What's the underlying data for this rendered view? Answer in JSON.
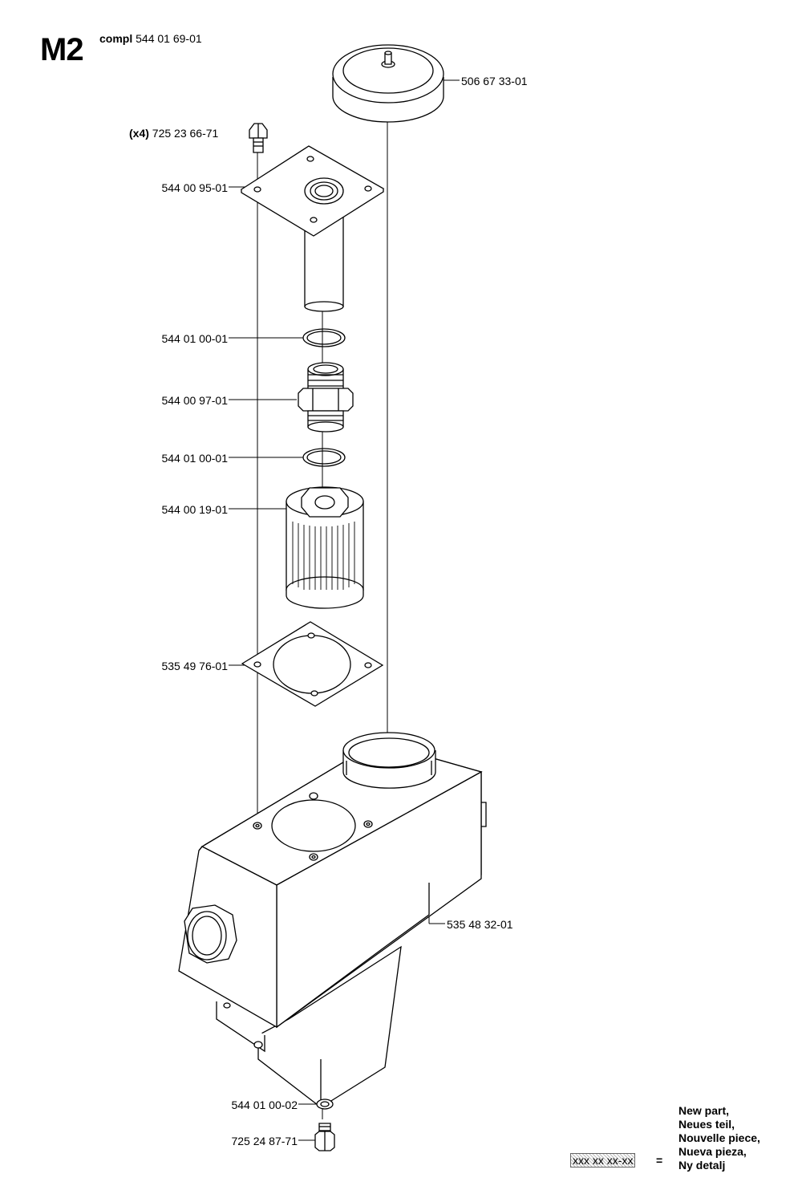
{
  "header": {
    "code": "M2",
    "compl_word": "compl",
    "compl_number": "544 01 69-01"
  },
  "parts": [
    {
      "id": "cap",
      "number": "506 67 33-01",
      "qty": ""
    },
    {
      "id": "bolt-top",
      "number": "725 23 66-71",
      "qty": "(x4)"
    },
    {
      "id": "flange-plate",
      "number": "544 00 95-01",
      "qty": ""
    },
    {
      "id": "oring-upper",
      "number": "544 01 00-01",
      "qty": ""
    },
    {
      "id": "nipple",
      "number": "544 00 97-01",
      "qty": ""
    },
    {
      "id": "oring-lower",
      "number": "544 01 00-01",
      "qty": ""
    },
    {
      "id": "filter",
      "number": "544 00 19-01",
      "qty": ""
    },
    {
      "id": "gasket",
      "number": "535 49 76-01",
      "qty": ""
    },
    {
      "id": "tank",
      "number": "535 48 32-01",
      "qty": ""
    },
    {
      "id": "washer",
      "number": "544 01 00-02",
      "qty": ""
    },
    {
      "id": "drain-plug",
      "number": "725 24 87-71",
      "qty": ""
    }
  ],
  "legend": {
    "lines": [
      "New part,",
      "Neues teil,",
      "Nouvelle piece,",
      "Nueva pieza,",
      "Ny detalj"
    ],
    "sample": "xxx xx xx-xx",
    "equals": "="
  }
}
